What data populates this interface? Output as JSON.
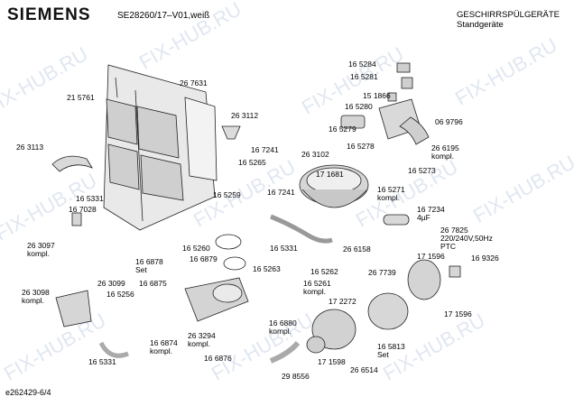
{
  "header": {
    "brand": "SIEMENS",
    "model": "SE28260/17–V01,weiß",
    "category_line1": "GESCHIRRSPÜLGERÄTE",
    "category_line2": "Standgeräte"
  },
  "footer": {
    "doc_id": "e262429-6/4"
  },
  "watermark": "FIX-HUB.RU",
  "part_labels": [
    "26 7631",
    "21 5761",
    "26 3113",
    "16 5331",
    "16 7028",
    "26 3097\nkompl.",
    "26 3098\nkompl.",
    "26 3099",
    "16 5256",
    "16 6875",
    "16 6878\nSet",
    "16 6879",
    "16 5260",
    "16 5259",
    "26 3112",
    "16 7241",
    "16 5265",
    "26 3102",
    "17 1681",
    "16 7241",
    "16 5331",
    "16 5263",
    "16 5262",
    "16 5261\nkompl.",
    "26 6158",
    "16 6874\nkompl.",
    "26 3294\nkompl.",
    "16 6876",
    "16 6880\nkompl.",
    "16 5331",
    "29 8556",
    "17 1598",
    "26 6514",
    "16 5813\nSet",
    "17 2272",
    "26 7739",
    "17 1596",
    "17 1596",
    "26 7825\n220/240V,50Hz\nPTC",
    "16 9326",
    "16 7234\n4µF",
    "16 5271\nkompl.",
    "16 5273",
    "26 6195\nkompl.",
    "06 9796",
    "16 5279",
    "16 5278",
    "16 5280",
    "15 1866",
    "16 5281",
    "16 5284"
  ]
}
